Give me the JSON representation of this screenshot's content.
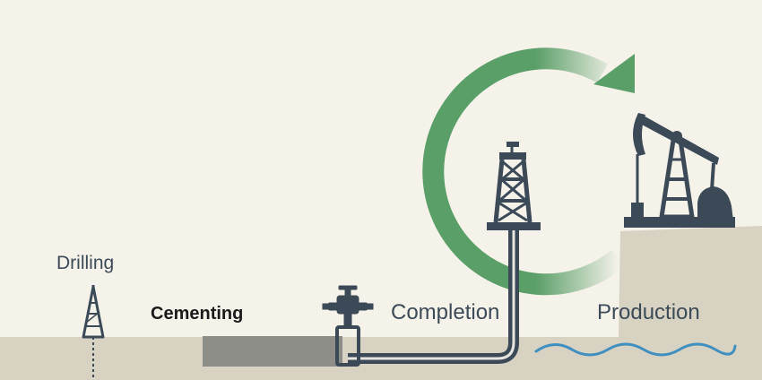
{
  "stages": {
    "drilling": "Drilling",
    "cementing": "Cementing",
    "completion": "Completion",
    "production": "Production"
  },
  "colors": {
    "background": "#f5f2ea",
    "ground": "#d8d2c2",
    "equipment": "#3c4a57",
    "cycle_arrow": "#5a9e68",
    "cement_layer": "#8e8e88",
    "water": "#3f8fc0"
  },
  "icons": [
    "drilling-rig-icon",
    "wellhead-valve-icon",
    "derrick-icon",
    "pumpjack-icon",
    "cycle-arrow-icon",
    "water-wave-icon"
  ]
}
